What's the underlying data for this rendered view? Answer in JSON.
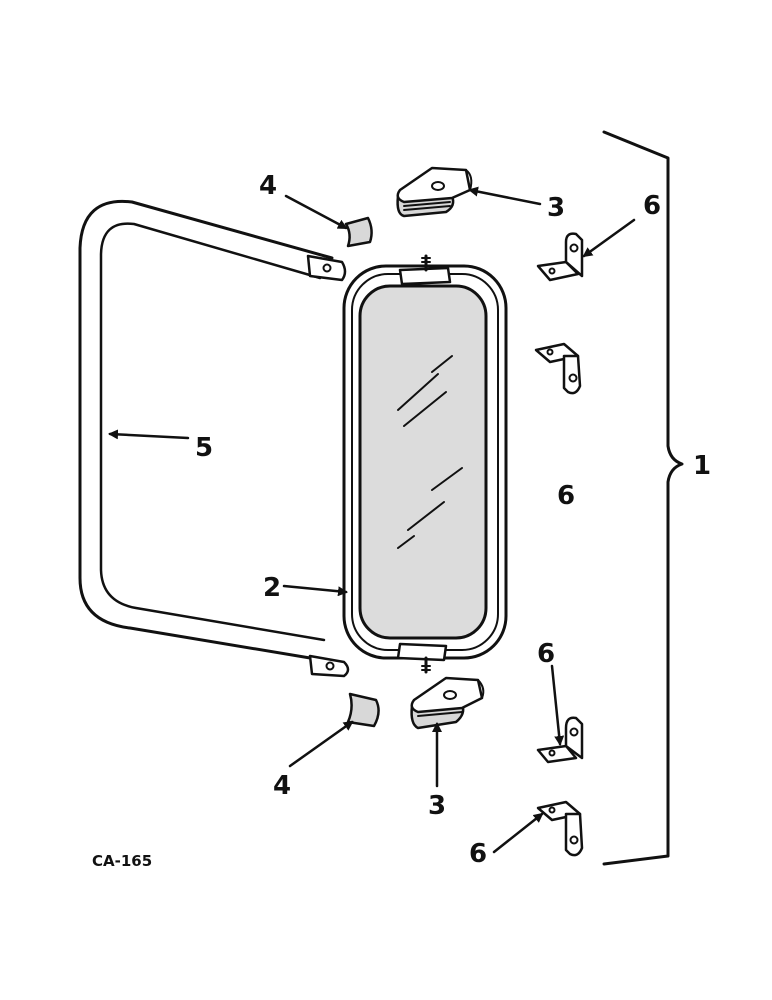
{
  "figure_code": "CA-165",
  "callouts": {
    "assembly": "1",
    "mirror_head": "2",
    "mount_bracket_top": "3",
    "mount_bracket_bottom": "3",
    "clamp_top": "4",
    "clamp_bottom": "4",
    "arm": "5",
    "angle_bracket_a": "6",
    "angle_bracket_b": "6",
    "angle_bracket_c": "6",
    "angle_bracket_d": "6"
  },
  "colors": {
    "ink": "#111111",
    "background": "#ffffff",
    "glass": "#dcdcdc"
  }
}
